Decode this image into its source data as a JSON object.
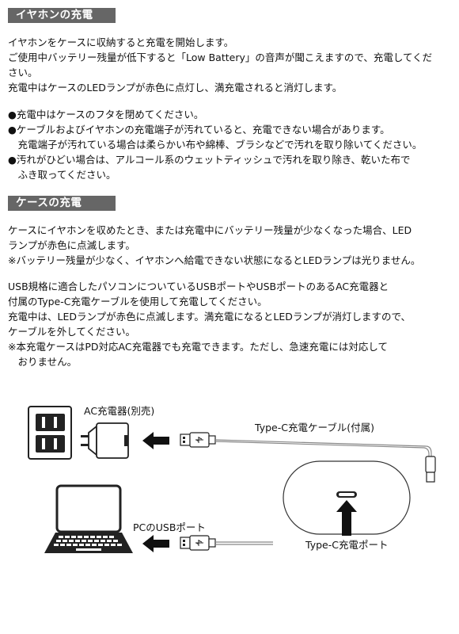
{
  "section1": {
    "heading": "イヤホンの充電",
    "lines": [
      "イヤホンをケースに収納すると充電を開始します。",
      "ご使用中バッテリー残量が低下すると「Low Battery」の音声が聞こえますので、充電してくだ",
      "さい。",
      "充電中はケースのLEDランプが赤色に点灯し、満充電されると消灯します。"
    ],
    "bullets": [
      "●充電中はケースのフタを閉めてください。",
      "●ケーブルおよびイヤホンの充電端子が汚れていると、充電できない場合があります。",
      "　充電端子が汚れている場合は柔らかい布や綿棒、ブラシなどで汚れを取り除いてください。",
      "●汚れがひどい場合は、アルコール系のウェットティッシュで汚れを取り除き、乾いた布で",
      "　ふき取ってください。"
    ]
  },
  "section2": {
    "heading": "ケースの充電",
    "para1": [
      "ケースにイヤホンを収めたとき、または充電中にバッテリー残量が少なくなった場合、LED",
      "ランプが赤色に点滅します。",
      "※バッテリー残量が少なく、イヤホンへ給電できない状態になるとLEDランプは光りません。"
    ],
    "para2": [
      "USB規格に適合したパソコンについているUSBポートやUSBポートのあるAC充電器と",
      "付属のType-C充電ケーブルを使用して充電してください。",
      "充電中は、LEDランプが赤色に点滅します。満充電になるとLEDランプが消灯しますので、",
      "ケーブルを外してください。",
      "※本充電ケースはPD対応AC充電器でも充電できます。ただし、急速充電には対応して",
      "　おりません。"
    ]
  },
  "diagram": {
    "ac_charger": "AC充電器(別売)",
    "cable": "Type-C充電ケーブル(付属)",
    "pc_port": "PCのUSBポート",
    "case_port": "Type-C充電ポート"
  }
}
